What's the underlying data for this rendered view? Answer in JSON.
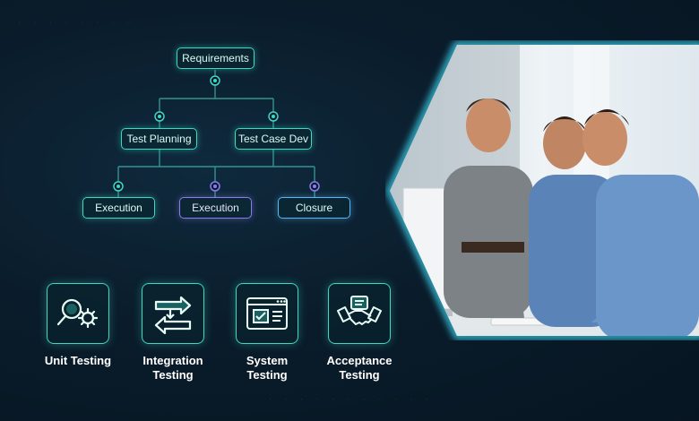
{
  "flowchart": {
    "root": "Requirements",
    "level2": [
      "Test Planning",
      "Test Case Dev"
    ],
    "level3": [
      "Execution",
      "Execution",
      "Closure"
    ]
  },
  "testing_types": [
    {
      "label_line1": "Unit Testing",
      "label_line2": "",
      "icon": "magnifier-gear-icon"
    },
    {
      "label_line1": "Integration",
      "label_line2": "Testing",
      "icon": "swap-arrows-icon"
    },
    {
      "label_line1": "System",
      "label_line2": "Testing",
      "icon": "browser-window-check-icon"
    },
    {
      "label_line1": "Acceptance",
      "label_line2": "Testing",
      "icon": "handshake-icon"
    }
  ],
  "colors": {
    "teal": "#3fd8c2",
    "purple": "#8d7bf0",
    "blue": "#58b6f5",
    "background": "#0a1c2b"
  },
  "photo": {
    "description_icon": "team-at-computer-photo"
  }
}
